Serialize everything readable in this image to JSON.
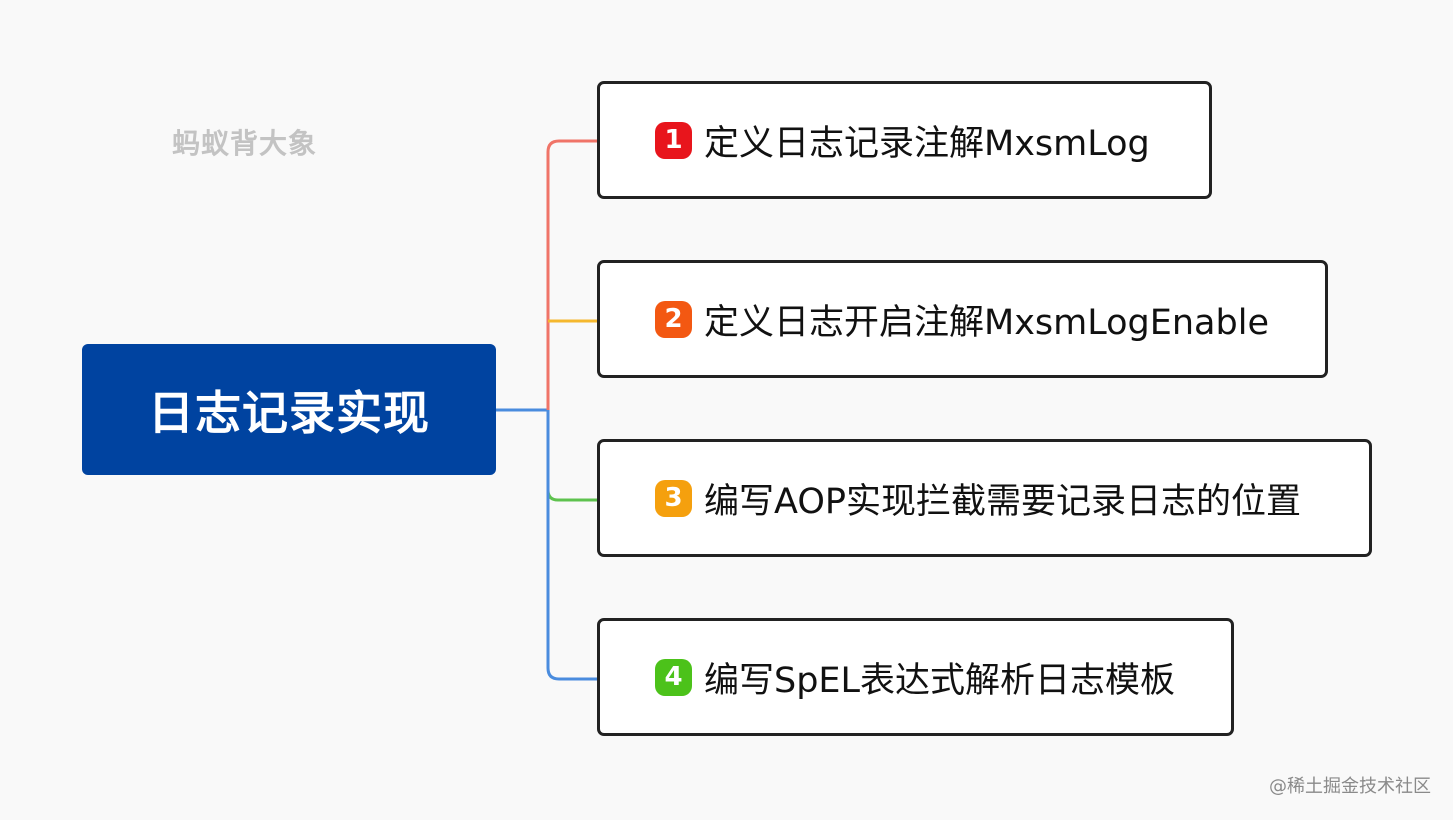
{
  "watermark": {
    "top_text": "蚂蚁背大象",
    "bottom_text": "@稀土掘金技术社区"
  },
  "root": {
    "label": "日志记录实现",
    "color": "#0043a0"
  },
  "topics": [
    {
      "number": "1",
      "label": "定义日志记录注解MxsmLog",
      "marker_color": "#e8151c",
      "line_color": "#f07468"
    },
    {
      "number": "2",
      "label": "定义日志开启注解MxsmLogEnable",
      "marker_color": "#f35812",
      "line_color": "#f5b82e"
    },
    {
      "number": "3",
      "label": "编写AOP实现拦截需要记录日志的位置",
      "marker_color": "#f5a00e",
      "line_color": "#5ec24e"
    },
    {
      "number": "4",
      "label": "编写SpEL表达式解析日志模板",
      "marker_color": "#4cc21a",
      "line_color": "#4a8cde"
    }
  ]
}
